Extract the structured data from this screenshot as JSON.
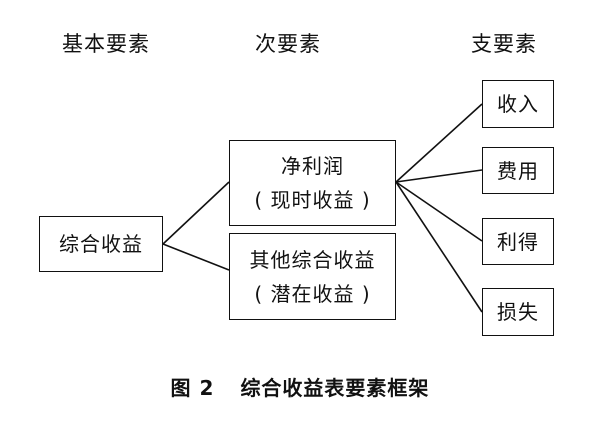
{
  "headers": {
    "basic": "基本要素",
    "secondary": "次要素",
    "sub": "支要素"
  },
  "boxes": {
    "comprehensive_income": "综合收益",
    "net_profit": {
      "line1": "净利润",
      "line2": "( 现时收益 )"
    },
    "other_comprehensive_income": {
      "line1": "其他综合收益",
      "line2": "( 潜在收益 )"
    },
    "revenue": "收入",
    "expense": "费用",
    "gain": "利得",
    "loss": "损失"
  },
  "caption": {
    "figure_number": "图 2",
    "title": "综合收益表要素框架"
  }
}
